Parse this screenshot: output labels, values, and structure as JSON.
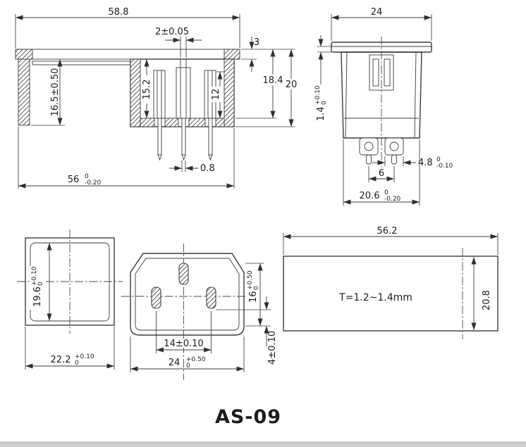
{
  "title": "AS-09",
  "views": {
    "section": {
      "flange_width": "58.8",
      "slot_width": "2±0.05",
      "flange_thickness": "3",
      "inner_depth": "18.4",
      "total_height": "20",
      "cavity_height": "15.2",
      "contact_height": "12",
      "clip_height": "16.5±0.50",
      "pin_thickness": "0.8",
      "body_width": "56",
      "body_width_tol_upper": "0",
      "body_width_tol_lower": "-0.20"
    },
    "front": {
      "width": "24",
      "lip": "1.4",
      "lip_tol_upper": "+0.10",
      "lip_tol_lower": "0",
      "pin_width": "4.8",
      "pin_width_tol_upper": "0",
      "pin_width_tol_lower": "-0.10",
      "pin_pitch": "6",
      "body_width": "20.6",
      "body_width_tol_upper": "0",
      "body_width_tol_lower": "-0.20"
    },
    "cutout": {
      "height": "19.6",
      "height_tol_upper": "+0.10",
      "height_tol_lower": "0",
      "width": "22.2",
      "width_tol_upper": "+0.10",
      "width_tol_lower": "0"
    },
    "face": {
      "opening_height": "16",
      "opening_height_tol_upper": "+0.50",
      "opening_height_tol_lower": "0",
      "pin_spacing": "14±0.10",
      "opening_width": "24",
      "opening_width_tol_upper": "+0.50",
      "opening_width_tol_lower": "0",
      "pin_offset": "4±0.10"
    },
    "side": {
      "length": "56.2",
      "panel_thickness": "T=1.2~1.4mm",
      "height": "20.8"
    }
  }
}
